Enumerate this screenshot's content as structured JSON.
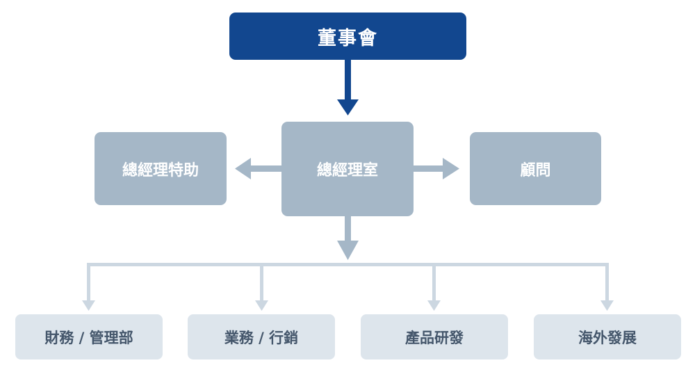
{
  "board": {
    "label": "董事會"
  },
  "general_manager_office": {
    "label": "總經理室"
  },
  "gm_special_assistant": {
    "label": "總經理特助"
  },
  "advisor": {
    "label": "顧問"
  },
  "departments": [
    {
      "label": "財務 / 管理部"
    },
    {
      "label": "業務 / 行銷"
    },
    {
      "label": "產品研發"
    },
    {
      "label": "海外發展"
    }
  ],
  "colors": {
    "board_fill": "#12478f",
    "primary_arrow": "#12478f",
    "mid_box_fill": "#a5b7c7",
    "mid_arrow": "#a5b7c7",
    "dept_fill": "#dde5ec",
    "dept_connector": "#ccd7e1",
    "dept_text": "#44566b"
  }
}
